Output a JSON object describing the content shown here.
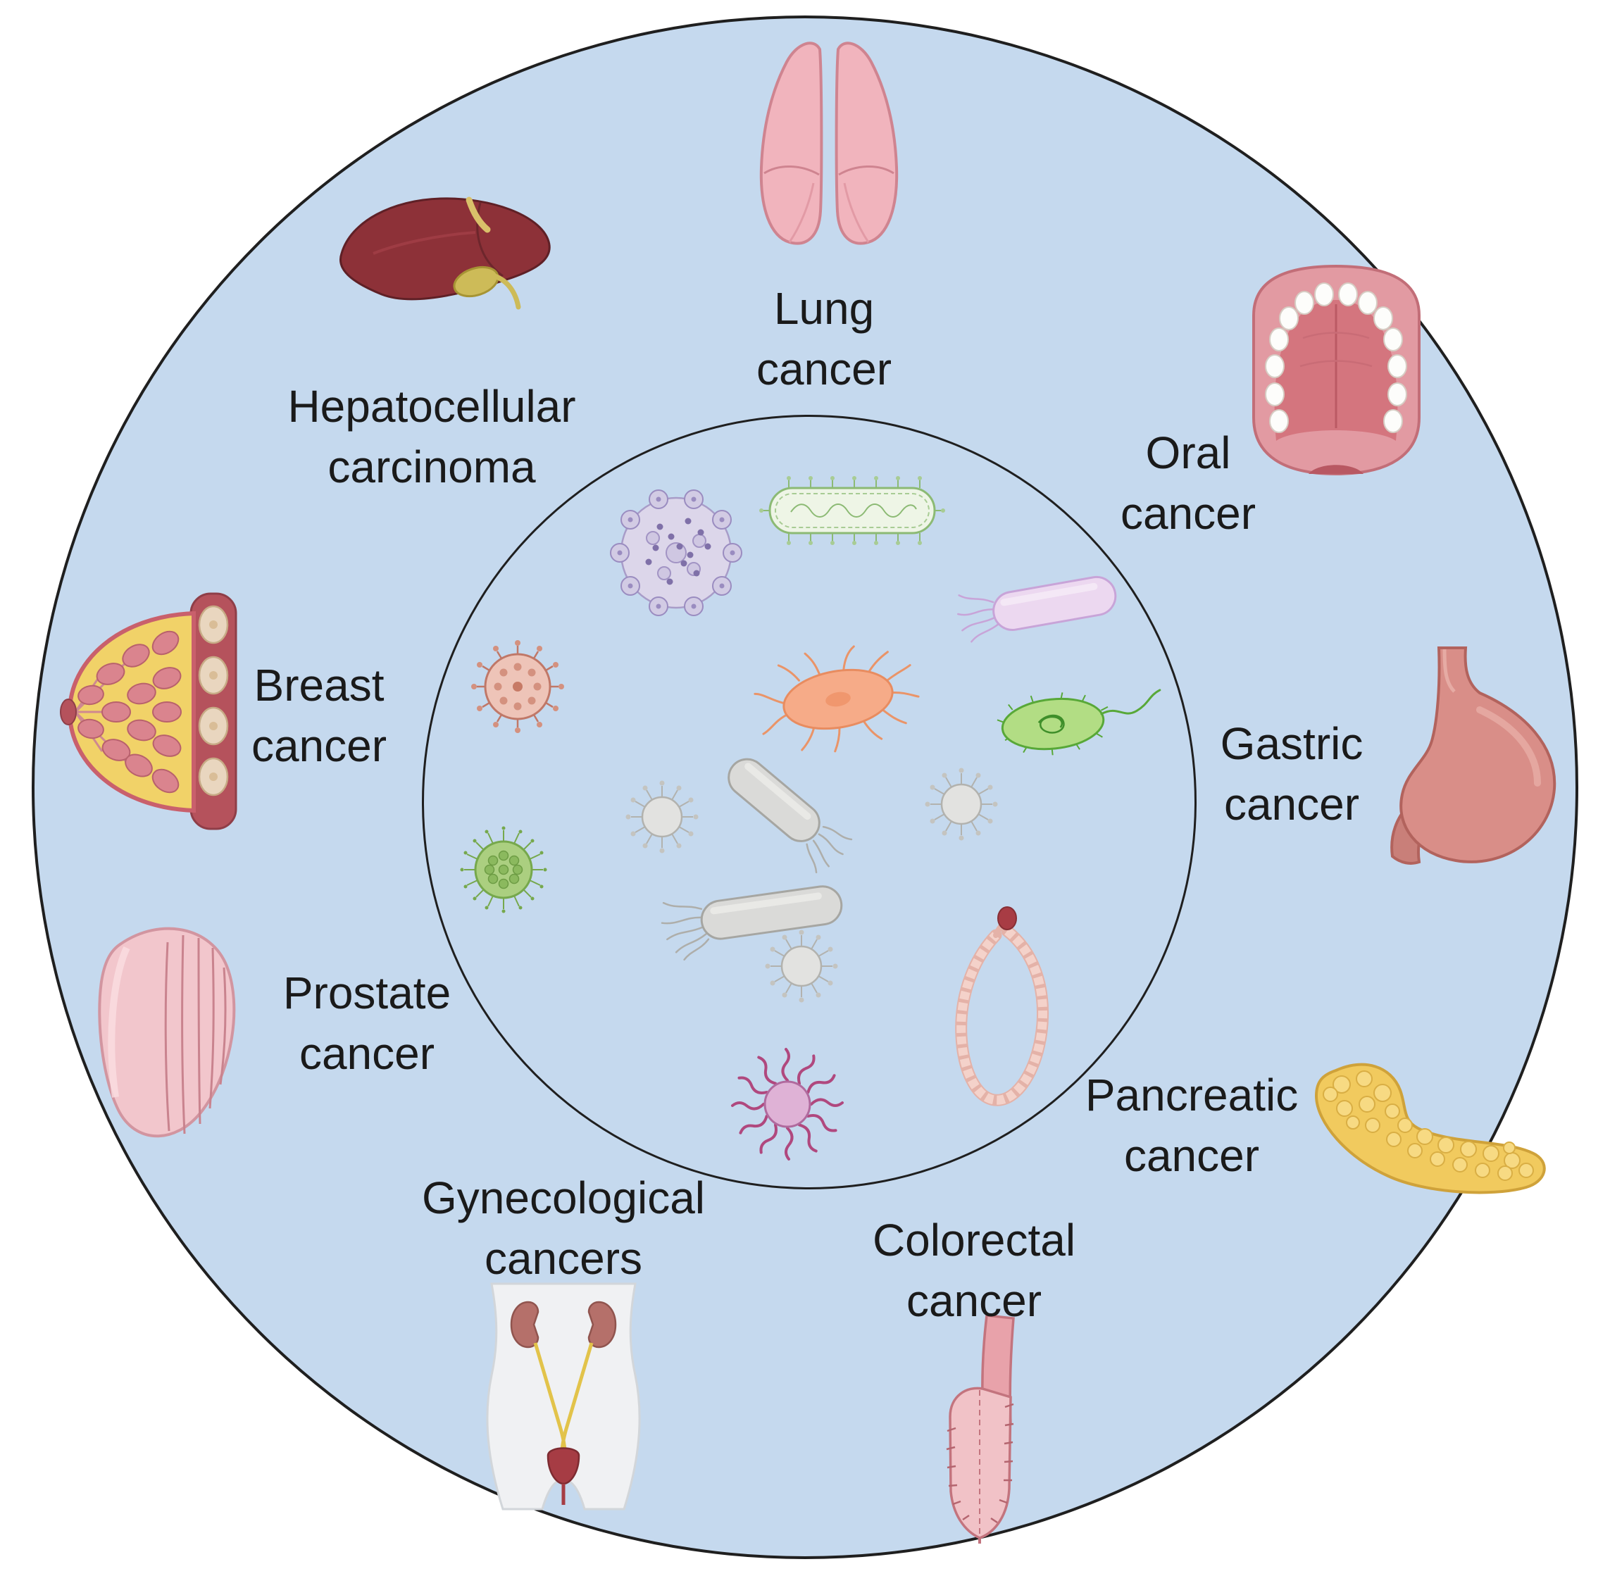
{
  "figure": {
    "description": "Circular diagram linking intratumor microbes (center) to cancer types (ring)",
    "colors": {
      "background": "#ffffff",
      "circle_fill": "#c5d9ee",
      "circle_border": "#1f1f1f",
      "text": "#1a1a1a"
    }
  },
  "cancers": [
    {
      "id": "lung",
      "line1": "Lung",
      "line2": "cancer",
      "icon": "lungs-icon"
    },
    {
      "id": "hepatocellular",
      "line1": "Hepatocellular",
      "line2": "carcinoma",
      "icon": "liver-icon"
    },
    {
      "id": "oral",
      "line1": "Oral",
      "line2": "cancer",
      "icon": "mouth-icon"
    },
    {
      "id": "breast",
      "line1": "Breast",
      "line2": "cancer",
      "icon": "breast-icon"
    },
    {
      "id": "gastric",
      "line1": "Gastric",
      "line2": "cancer",
      "icon": "stomach-icon"
    },
    {
      "id": "prostate",
      "line1": "Prostate",
      "line2": "cancer",
      "icon": "prostate-icon"
    },
    {
      "id": "pancreatic",
      "line1": "Pancreatic",
      "line2": "cancer",
      "icon": "pancreas-icon"
    },
    {
      "id": "gynecological",
      "line1": "Gynecological",
      "line2": "cancers",
      "icon": "female-pelvis-icon"
    },
    {
      "id": "colorectal",
      "line1": "Colorectal",
      "line2": "cancer",
      "icon": "rectum-icon"
    }
  ],
  "microbes": [
    "purple-virus-cluster-icon",
    "green-capsule-bacterium-icon",
    "lavender-rod-bacterium-icon",
    "red-spiked-virus-icon",
    "orange-flagellate-protozoan-icon",
    "green-flagellated-bacterium-icon",
    "grey-rod-bacterium-icon",
    "grey-rod-bacterium-icon",
    "grey-spiky-virus-icon",
    "grey-spiky-virus-icon",
    "grey-spiky-virus-icon",
    "green-spiky-virus-icon",
    "magenta-wavy-virus-icon",
    "tapeworm-icon"
  ]
}
